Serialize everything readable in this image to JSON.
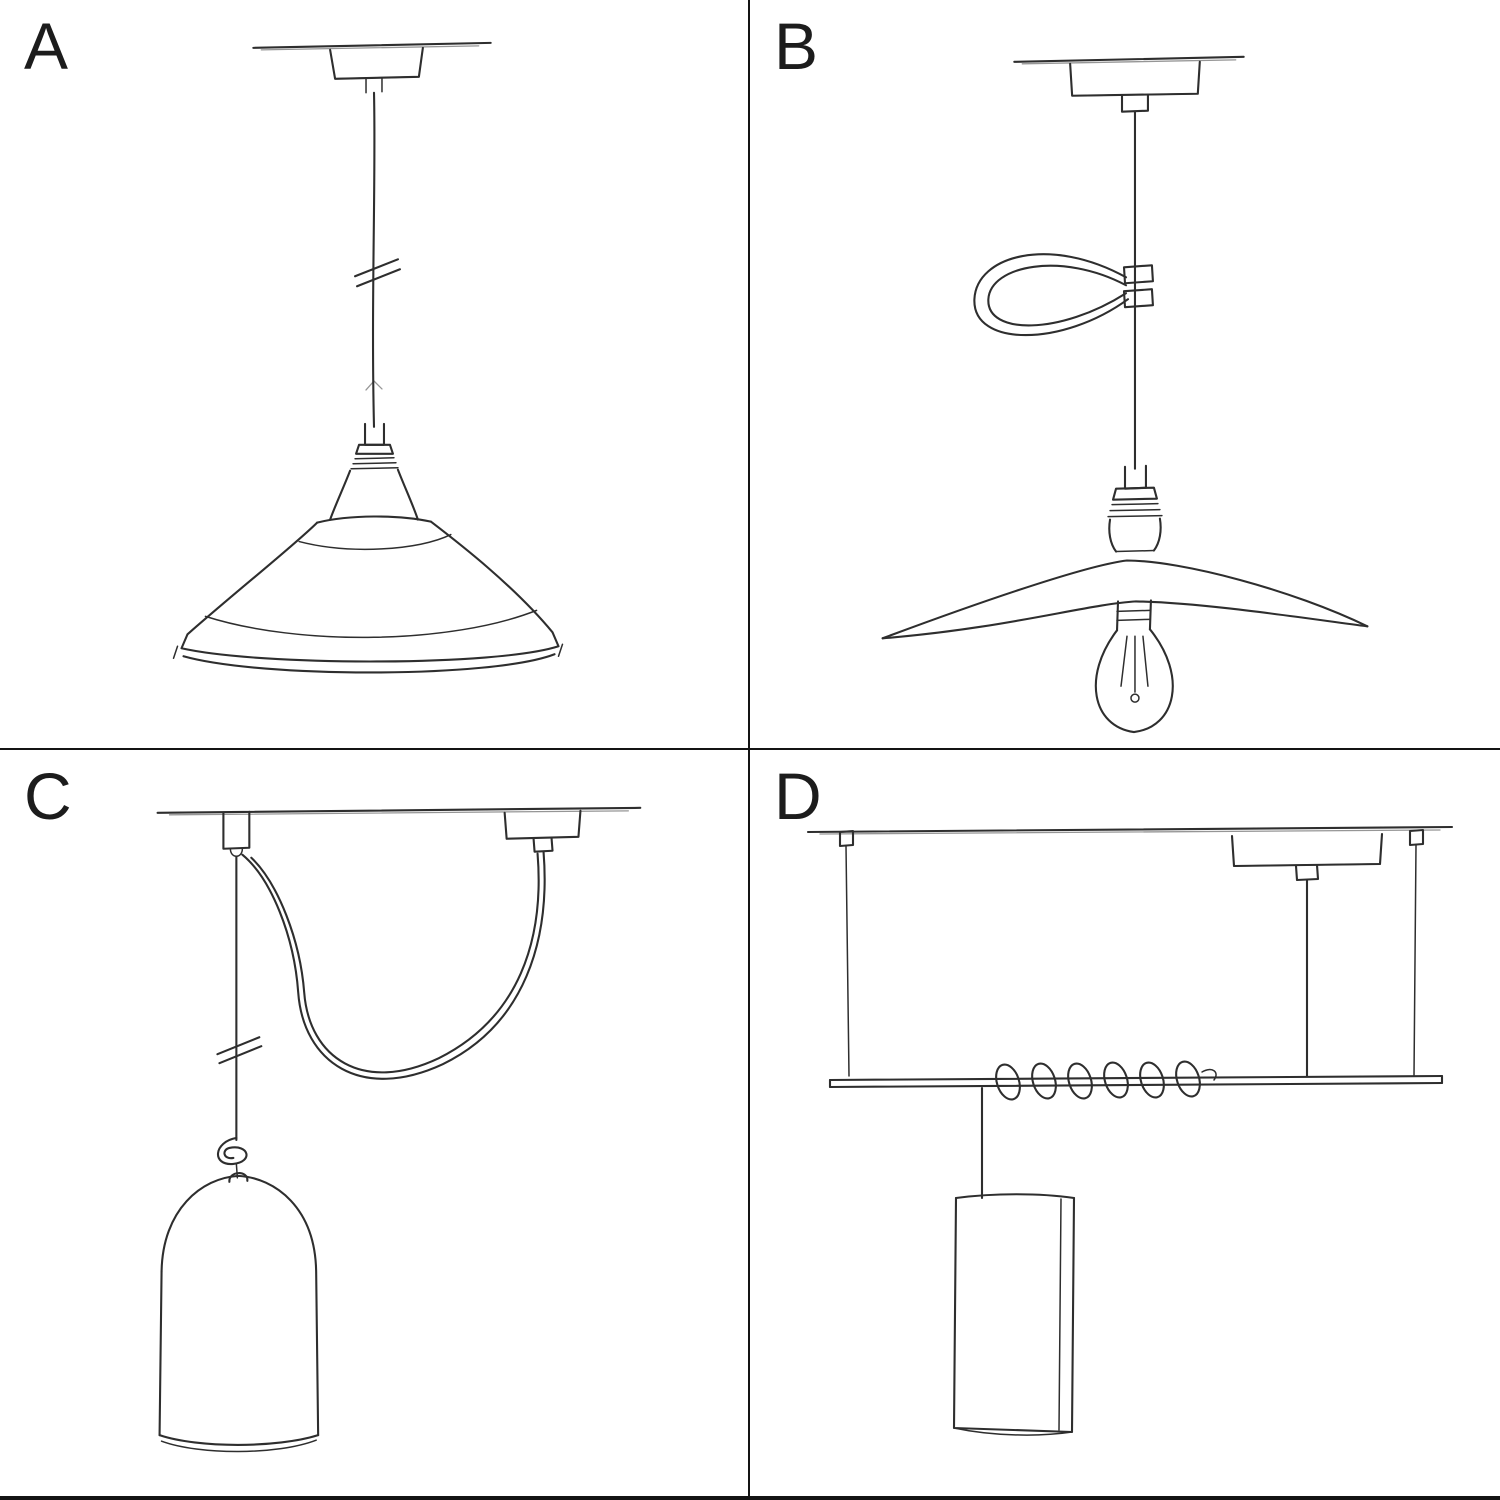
{
  "page": {
    "description": "Four hand-drawn pendant lamp installation diagrams arranged in a 2x2 grid",
    "background": "#ffffff",
    "divider_color": "#141414",
    "ink_color": "#2e2e2e"
  },
  "panels": [
    {
      "label": "A",
      "sketch_name": "pendant-straight-drop-industrial-shade-sketch",
      "elements": [
        "ceiling-rose",
        "straight-cable-with-shortening-marks",
        "lamp-holder",
        "industrial-barn-shade"
      ]
    },
    {
      "label": "B",
      "sketch_name": "pendant-with-cable-clip-flat-shade-bulb-sketch",
      "elements": [
        "ceiling-rose",
        "cable",
        "decorative-cable-clip-loop",
        "lamp-holder",
        "flat-plate-shade",
        "edison-bulb"
      ]
    },
    {
      "label": "C",
      "sketch_name": "swag-pendant-knotted-cable-bell-shade-sketch",
      "elements": [
        "ceiling-hook",
        "ceiling-rose",
        "swag-cable",
        "knot",
        "bell-dome-shade"
      ]
    },
    {
      "label": "D",
      "sketch_name": "bar-suspension-coiled-cable-tube-shade-sketch",
      "elements": [
        "ceiling-rose",
        "suspension-wires",
        "horizontal-bar",
        "coiled-cable",
        "cylindrical-tube-shade"
      ]
    }
  ]
}
